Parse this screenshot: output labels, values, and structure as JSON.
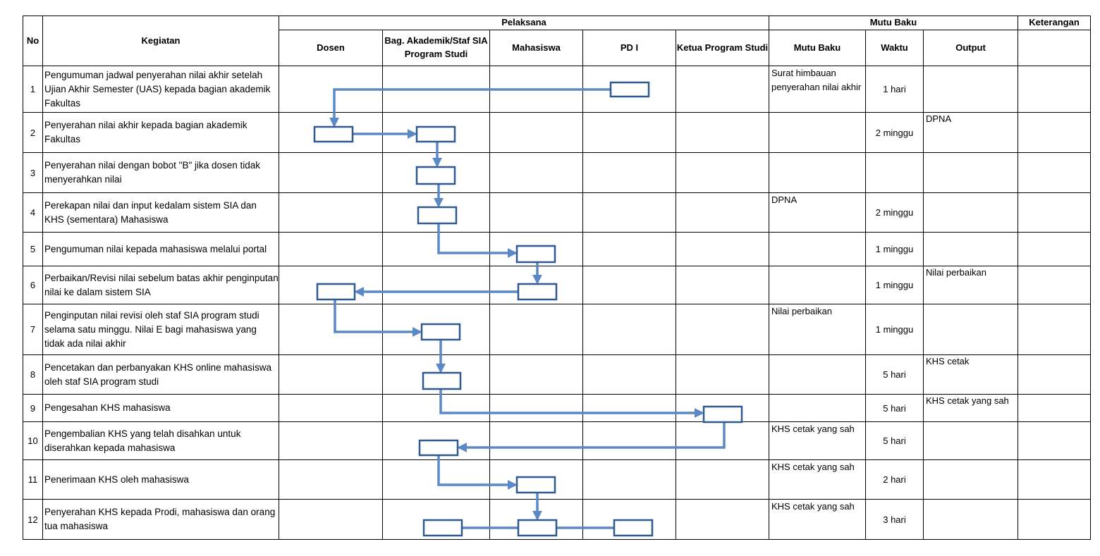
{
  "headers": {
    "no": "No",
    "kegiatan": "Kegiatan",
    "pelaksana": "Pelaksana",
    "mutu_baku_group": "Mutu Baku",
    "keterangan": "Keterangan",
    "dosen": "Dosen",
    "akademik": "Bag. Akademik/Staf SIA Program Studi",
    "mahasiswa": "Mahasiswa",
    "pd1": "PD I",
    "kaprodi": "Ketua Program Studi",
    "mutu_baku": "Mutu Baku",
    "waktu": "Waktu",
    "output": "Output"
  },
  "rows": [
    {
      "no": "1",
      "kegiatan": "Pengumuman jadwal penyerahan nilai akhir setelah Ujian Akhir Semester (UAS) kepada bagian akademik Fakultas",
      "mutu_baku": "Surat himbauan penyerahan nilai akhir",
      "waktu": "1 hari",
      "output": ""
    },
    {
      "no": "2",
      "kegiatan": "Penyerahan nilai akhir kepada bagian akademik Fakultas",
      "mutu_baku": "",
      "waktu": "2 minggu",
      "output": "DPNA"
    },
    {
      "no": "3",
      "kegiatan": "Penyerahan nilai dengan bobot \"B\" jika dosen tidak menyerahkan nilai",
      "mutu_baku": "",
      "waktu": "",
      "output": ""
    },
    {
      "no": "4",
      "kegiatan": "Perekapan nilai dan input kedalam sistem SIA dan KHS (sementara) Mahasiswa",
      "mutu_baku": "DPNA",
      "waktu": "2 minggu",
      "output": ""
    },
    {
      "no": "5",
      "kegiatan": "Pengumuman nilai kepada mahasiswa melalui portal",
      "mutu_baku": "",
      "waktu": "1 minggu",
      "output": ""
    },
    {
      "no": "6",
      "kegiatan": "Perbaikan/Revisi nilai sebelum batas akhir penginputan nilai ke dalam sistem SIA",
      "mutu_baku": "",
      "waktu": "1 minggu",
      "output": "Nilai perbaikan"
    },
    {
      "no": "7",
      "kegiatan": "Penginputan nilai revisi oleh staf SIA program studi selama satu minggu. Nilai E bagi mahasiswa yang tidak ada nilai akhir",
      "mutu_baku": "Nilai perbaikan",
      "waktu": "1 minggu",
      "output": ""
    },
    {
      "no": "8",
      "kegiatan": "Pencetakan dan perbanyakan KHS online mahasiswa oleh staf SIA program studi",
      "mutu_baku": "",
      "waktu": "5 hari",
      "output": "KHS cetak"
    },
    {
      "no": "9",
      "kegiatan": "Pengesahan KHS mahasiswa",
      "mutu_baku": "",
      "waktu": "5 hari",
      "output": "KHS cetak yang sah"
    },
    {
      "no": "10",
      "kegiatan": "Pengembalian KHS yang telah disahkan untuk diserahkan kepada mahasiswa",
      "mutu_baku": "KHS cetak yang sah",
      "waktu": "5 hari",
      "output": ""
    },
    {
      "no": "11",
      "kegiatan": "Penerimaan KHS oleh mahasiswa",
      "mutu_baku": "KHS cetak yang sah",
      "waktu": "2 hari",
      "output": ""
    },
    {
      "no": "12",
      "kegiatan": "Penyerahan KHS kepada Prodi, mahasiswa dan orang tua mahasiswa",
      "mutu_baku": "KHS cetak yang sah",
      "waktu": "3 hari",
      "output": ""
    }
  ],
  "colors": {
    "box_stroke": "#2f5a8f",
    "connector": "#5b88c6"
  }
}
